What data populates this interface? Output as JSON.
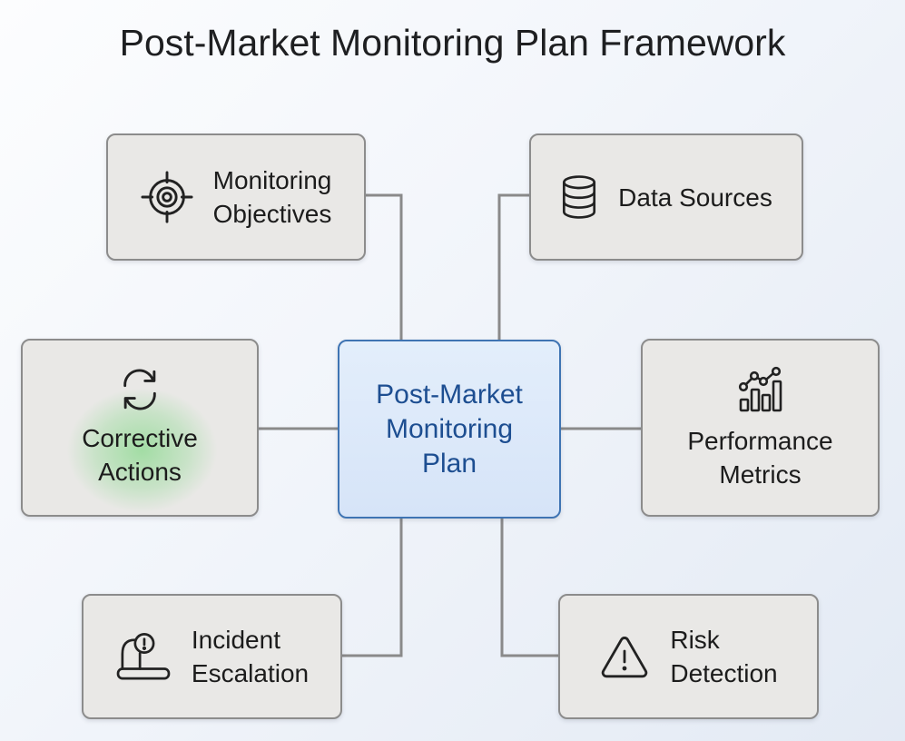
{
  "title": "Post-Market Monitoring Plan Framework",
  "center_node": {
    "id": "post-market-monitoring-plan",
    "label": "Post-Market Monitoring Plan",
    "lines": [
      "Post-Market",
      "Monitoring",
      "Plan"
    ]
  },
  "nodes": [
    {
      "id": "monitoring-objectives",
      "label": "Monitoring Objectives",
      "lines": [
        "Monitoring",
        "Objectives"
      ],
      "icon": "target-icon",
      "position": "top-left"
    },
    {
      "id": "data-sources",
      "label": "Data Sources",
      "lines": [
        "Data Sources"
      ],
      "icon": "database-icon",
      "position": "top-right"
    },
    {
      "id": "corrective-actions",
      "label": "Corrective Actions",
      "lines": [
        "Corrective",
        "Actions"
      ],
      "icon": "refresh-icon",
      "position": "middle-left",
      "highlight": "green-glow"
    },
    {
      "id": "performance-metrics",
      "label": "Performance Metrics",
      "lines": [
        "Performance",
        "Metrics"
      ],
      "icon": "bar-chart-icon",
      "position": "middle-right"
    },
    {
      "id": "incident-escalation",
      "label": "Incident Escalation",
      "lines": [
        "Incident",
        "Escalation"
      ],
      "icon": "alarm-siren-icon",
      "position": "bottom-left"
    },
    {
      "id": "risk-detection",
      "label": "Risk Detection",
      "lines": [
        "Risk",
        "Detection"
      ],
      "icon": "warning-triangle-icon",
      "position": "bottom-right"
    }
  ],
  "edges": [
    {
      "from": "monitoring-objectives",
      "to": "post-market-monitoring-plan"
    },
    {
      "from": "data-sources",
      "to": "post-market-monitoring-plan"
    },
    {
      "from": "corrective-actions",
      "to": "post-market-monitoring-plan"
    },
    {
      "from": "performance-metrics",
      "to": "post-market-monitoring-plan"
    },
    {
      "from": "incident-escalation",
      "to": "post-market-monitoring-plan"
    },
    {
      "from": "risk-detection",
      "to": "post-market-monitoring-plan"
    }
  ],
  "colors": {
    "node_fill": "#e9e8e6",
    "node_border": "#8c8c8c",
    "center_fill": "#dbe7f9",
    "center_border": "#3f74b3",
    "center_text": "#1d4e91",
    "label_text": "#1c1c1c",
    "connector": "#8a8a8a",
    "icon_stroke": "#222222",
    "glow_green": "#68d36e",
    "background_start": "#fcfdfe",
    "background_end": "#e3eaf4"
  }
}
